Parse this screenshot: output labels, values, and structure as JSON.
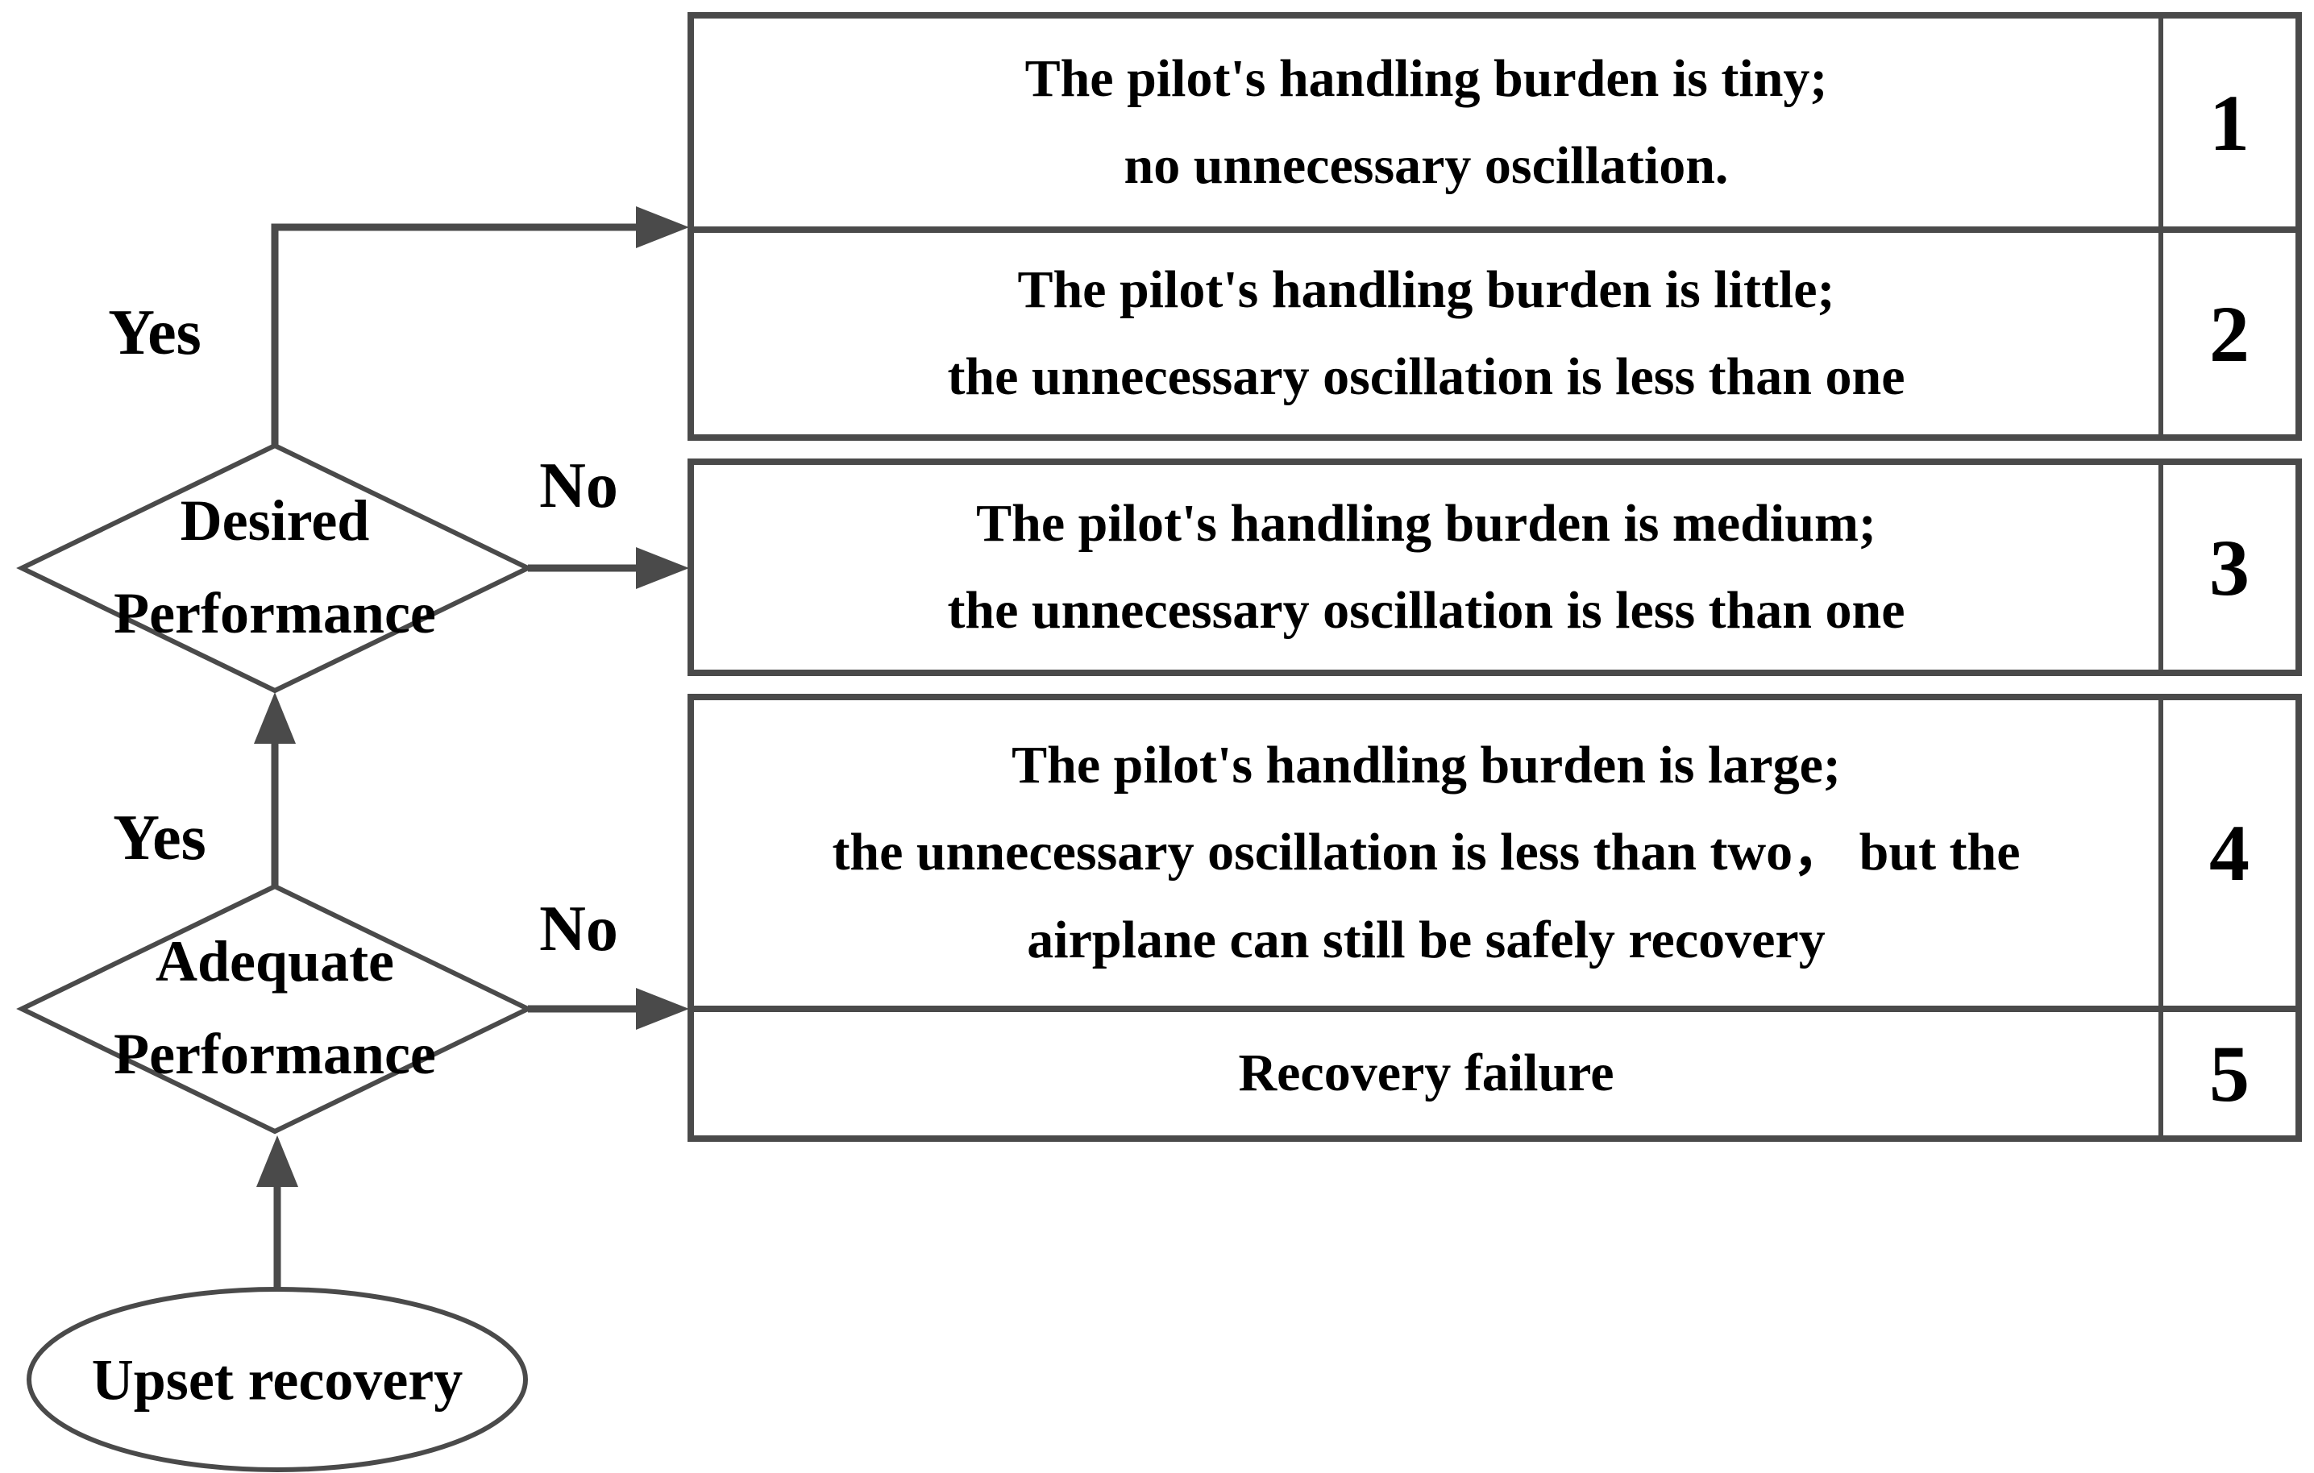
{
  "diagram": {
    "colors": {
      "line": "#4a4a4a",
      "text": "#000000",
      "background": "#ffffff"
    },
    "start_node": {
      "label": "Upset recovery"
    },
    "decisions": [
      {
        "id": "desired",
        "label_lines": [
          "Desired",
          "Performance"
        ],
        "yes_label": "Yes",
        "no_label": "No"
      },
      {
        "id": "adequate",
        "label_lines": [
          "Adequate",
          "Performance"
        ],
        "yes_label": "Yes",
        "no_label": "No"
      }
    ]
  },
  "table": {
    "rows": [
      {
        "number": "1",
        "lines": [
          "The pilot's handling burden is tiny;",
          "no unnecessary oscillation."
        ]
      },
      {
        "number": "2",
        "lines": [
          "The pilot's handling burden is little;",
          "the unnecessary oscillation is less than one"
        ]
      },
      {
        "number": "3",
        "lines": [
          "The pilot's handling burden is medium;",
          "the unnecessary oscillation is less than one"
        ]
      },
      {
        "number": "4",
        "lines": [
          "The pilot's handling burden is large;",
          "the unnecessary oscillation is less than two， but the",
          "airplane can still be safely recovery"
        ]
      },
      {
        "number": "5",
        "lines": [
          "Recovery failure"
        ]
      }
    ]
  }
}
